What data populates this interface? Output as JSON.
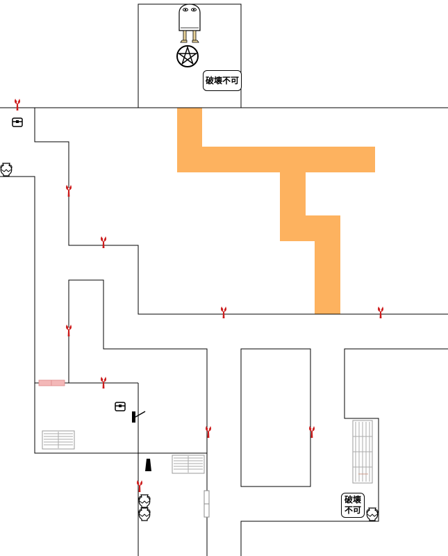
{
  "labels": {
    "indestructible_top": "破壊不可",
    "indestructible_bottom_line1": "破壊",
    "indestructible_bottom_line2": "不可"
  },
  "colors": {
    "background": "#ffffff",
    "wall": "#000000",
    "path": "#fdb25f",
    "torch": "#cc1b1b",
    "bridge": "#f3b8b8"
  },
  "icons": {
    "boss": "ghost-figure-icon",
    "magic_circle": "pentagram-icon",
    "torch": "torch-icon",
    "chest": "treasure-chest-icon",
    "pot": "pot-icon",
    "obelisk": "obelisk-icon",
    "lever": "lever-icon",
    "grate": "floor-grate-icon",
    "door": "door-icon"
  }
}
